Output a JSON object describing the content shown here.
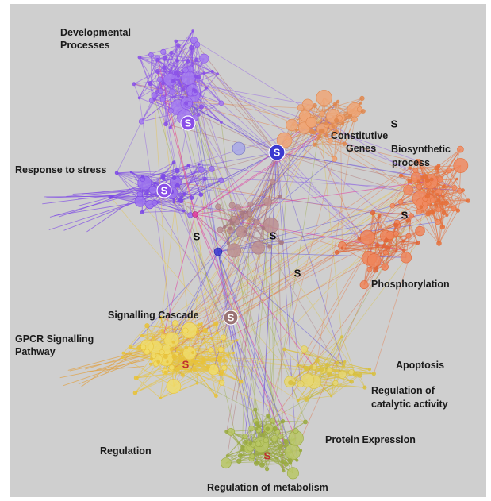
{
  "clusters": [
    {
      "label_lines": [
        "Developmental",
        "Processes"
      ],
      "color": "#8a50e8"
    },
    {
      "label_lines": [
        "Response to stress"
      ],
      "color": "#7f49e3"
    },
    {
      "label_lines": [
        "Constitutive",
        "Genes"
      ],
      "color": "#d88a55"
    },
    {
      "label_lines": [
        "Biosynthetic",
        "process"
      ],
      "color": "#e66a3a"
    },
    {
      "label_lines": [
        "Phosphorylation"
      ],
      "color": "#e0683a"
    },
    {
      "label_lines": [
        "Signalling Cascade"
      ],
      "color": "#e8c23a"
    },
    {
      "label_lines": [
        "GPCR Signalling",
        "Pathway"
      ],
      "color": "#e8b53a"
    },
    {
      "label_lines": [
        "Apoptosis"
      ],
      "color": "#e0c23a"
    },
    {
      "label_lines": [
        "Regulation of",
        "catalytic activity"
      ],
      "color": "#d6c640"
    },
    {
      "label_lines": [
        "Protein Expression"
      ],
      "color": "#b9b945"
    },
    {
      "label_lines": [
        "Regulation"
      ],
      "color": "#e0b83a"
    },
    {
      "label_lines": [
        "Regulation of metabolism"
      ],
      "color": "#99aa40"
    }
  ],
  "markers": [
    {
      "text": "S",
      "style": "circle",
      "fill": "#8a4fe8",
      "text_color": "#ffffff"
    },
    {
      "text": "S",
      "style": "circle",
      "fill": "#3c3ad0",
      "text_color": "#ffffff"
    },
    {
      "text": "S",
      "style": "circle",
      "fill": "#8b50e6",
      "text_color": "#ffffff"
    },
    {
      "text": "S",
      "style": "plain",
      "fill": "none",
      "text_color": "#111111"
    },
    {
      "text": "S",
      "style": "plain",
      "fill": "none",
      "text_color": "#111111"
    },
    {
      "text": "S",
      "style": "plain",
      "fill": "none",
      "text_color": "#111111"
    },
    {
      "text": "S",
      "style": "plain",
      "fill": "none",
      "text_color": "#111111"
    },
    {
      "text": "S",
      "style": "plain",
      "fill": "none",
      "text_color": "#111111"
    },
    {
      "text": "S",
      "style": "circle",
      "fill": "#9a7474",
      "text_color": "#ffffff"
    },
    {
      "text": "S",
      "style": "plain",
      "fill": "none",
      "text_color": "#c03030"
    },
    {
      "text": "S",
      "style": "plain",
      "fill": "none",
      "text_color": "#c03030"
    }
  ],
  "colors": {
    "background": "#cfcfcf",
    "purple": "#8a50e8",
    "orange": "#e6703a",
    "yellow": "#e8c23a",
    "olive": "#99aa40",
    "pink": "#e040a0",
    "blue": "#3c3ad0"
  }
}
